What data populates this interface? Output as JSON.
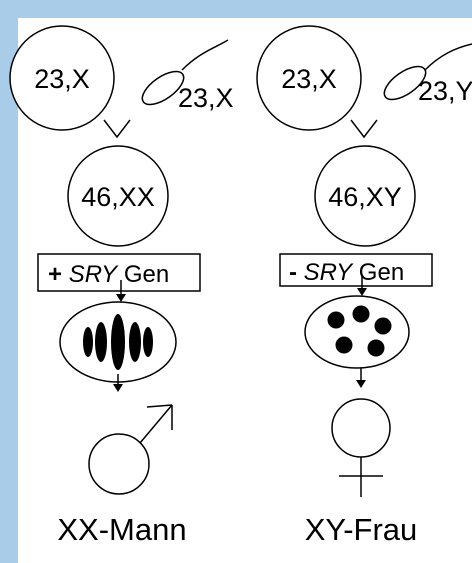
{
  "colors": {
    "frame_border": "#a9cde9",
    "background": "#ffffff",
    "ink": "#000000"
  },
  "left": {
    "egg": "23,X",
    "sperm": "23,X",
    "zygote": "46,XX",
    "gene_prefix": "+ ",
    "gene_name": "SRY",
    "gene_suffix": " Gen",
    "gonad": "testis-pattern",
    "symbol_icon": "male-symbol",
    "caption": "XX-Mann"
  },
  "right": {
    "egg": "23,X",
    "sperm": "23,Y",
    "zygote": "46,XY",
    "gene_prefix": "- ",
    "gene_name": "SRY",
    "gene_suffix": " Gen",
    "gonad": "ovary-pattern",
    "symbol_icon": "female-symbol",
    "caption": "XY-Frau"
  }
}
